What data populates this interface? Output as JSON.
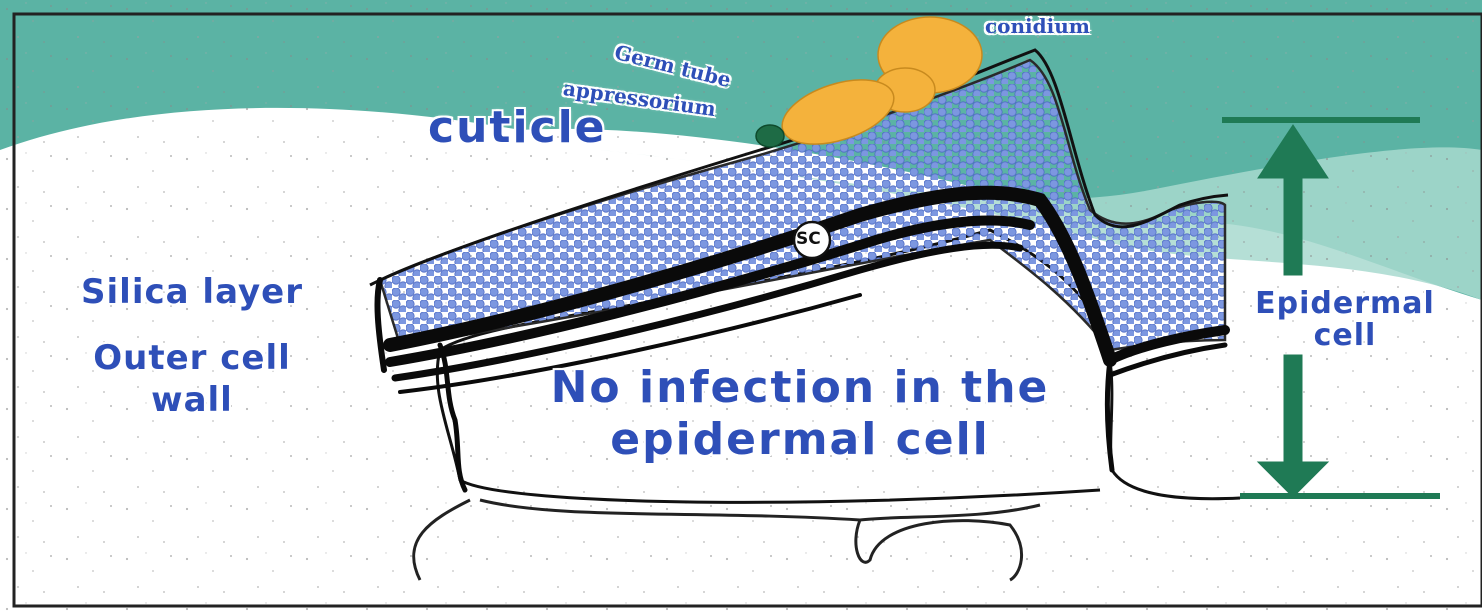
{
  "labels": {
    "conidium": "conidium",
    "germ_tube": "Germ tube",
    "appressorium": "appressorium",
    "cuticle": "cuticle",
    "sc": "SC",
    "silica_layer": "Silica layer",
    "outer_cell_wall_line1": "Outer cell",
    "outer_cell_wall_line2": "wall",
    "main_line1": "No infection in the",
    "main_line2": "epidermal cell",
    "epidermal_line1": "Epidermal",
    "epidermal_line2": "cell"
  },
  "colors": {
    "background_teal": "#5bb3a4",
    "light_teal": "#a8d9cf",
    "label_blue": "#2e4fb8",
    "silica_dots": "#7c97e0",
    "conidium_orange": "#f4b23c",
    "appressorium_green": "#1e6b45",
    "arrow_green": "#1f7a55",
    "wall_black": "#0a0a0a"
  }
}
